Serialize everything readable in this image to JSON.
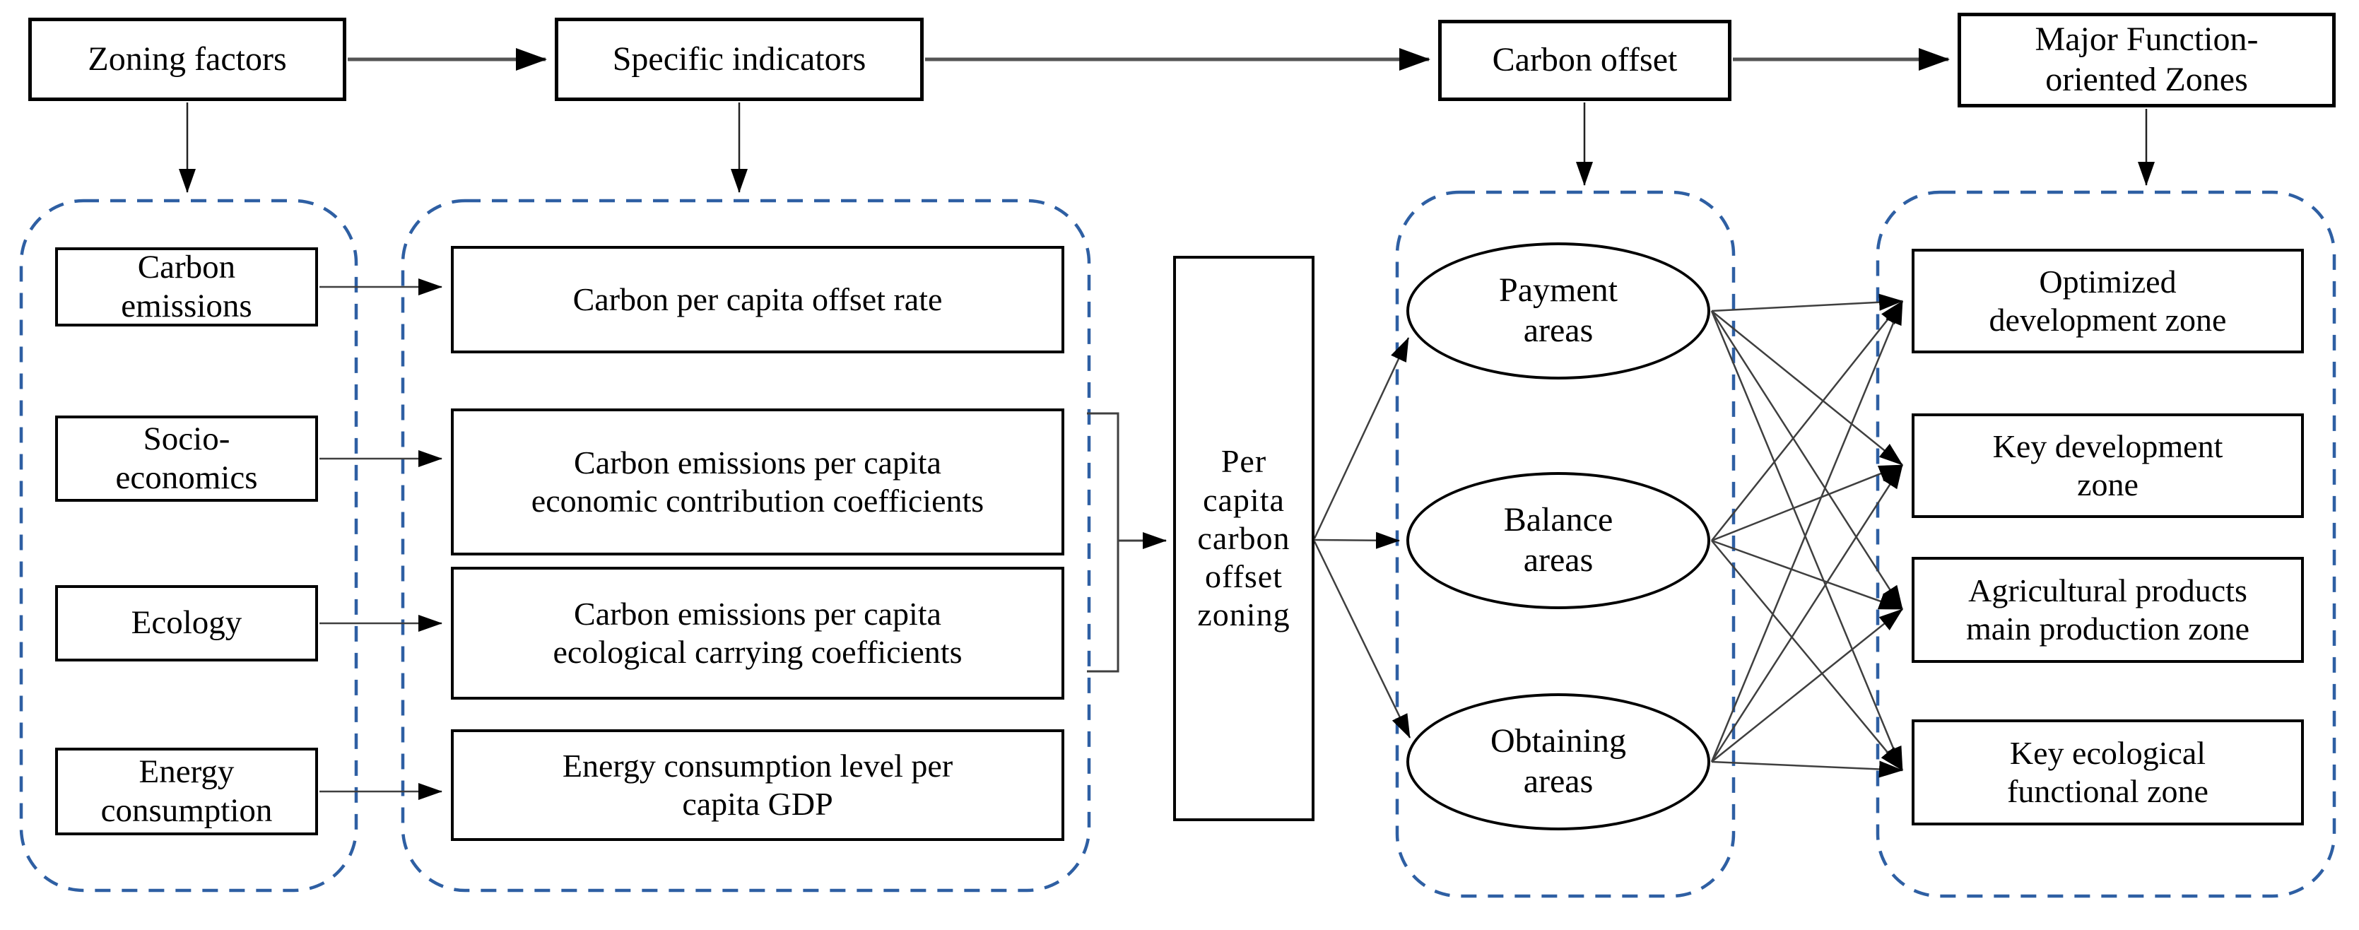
{
  "flow": {
    "items": [
      {
        "label": "Zoning factors"
      },
      {
        "label": "Specific indicators"
      },
      {
        "label": "Carbon offset"
      },
      {
        "label": "Major Function-\noriented Zones"
      }
    ]
  },
  "factors": {
    "items": [
      {
        "label": "Carbon\nemissions"
      },
      {
        "label": "Socio-\neconomics"
      },
      {
        "label": "Ecology"
      },
      {
        "label": "Energy\nconsumption"
      }
    ]
  },
  "indicators": {
    "items": [
      {
        "label": "Carbon per capita offset rate"
      },
      {
        "label": "Carbon emissions per capita\neconomic contribution coefficients"
      },
      {
        "label": "Carbon emissions per capita\necological carrying coefficients"
      },
      {
        "label": "Energy consumption level per\ncapita GDP"
      }
    ]
  },
  "process": {
    "label": "Per\ncapita\ncarbon\noffset\nzoning"
  },
  "areas": {
    "items": [
      {
        "label": "Payment\nareas"
      },
      {
        "label": "Balance\nareas"
      },
      {
        "label": "Obtaining\nareas"
      }
    ]
  },
  "zones": {
    "items": [
      {
        "label": "Optimized\ndevelopment zone"
      },
      {
        "label": "Key development\nzone"
      },
      {
        "label": "Agricultural products\nmain production zone"
      },
      {
        "label": "Key ecological\nfunctional zone"
      }
    ]
  },
  "colors": {
    "container_dash": "#2e5fa3",
    "box_border": "#000000",
    "connector": "#3f3f3f",
    "flow_arrow": "#555555",
    "background": "#ffffff"
  }
}
